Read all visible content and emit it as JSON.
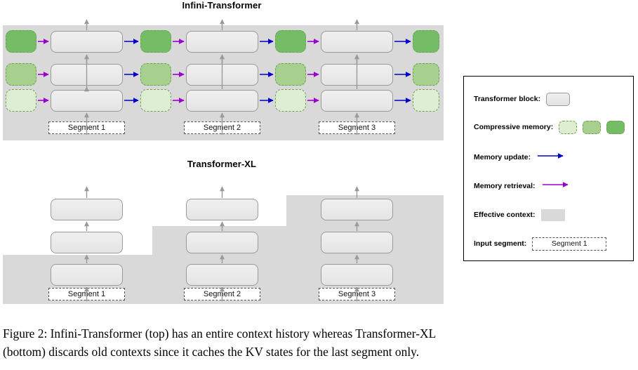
{
  "figure": {
    "caption_line1": "Figure 2:  Infini-Transformer (top) has an entire context history whereas Transformer-XL",
    "caption_line2": "(bottom) discards old contexts since it caches the KV states for the last segment only."
  },
  "diagrams": {
    "infini": {
      "title": "Infini-Transformer",
      "segments": [
        "Segment 1",
        "Segment 2",
        "Segment 3"
      ],
      "num_layers": 3,
      "layer_memory_shades": [
        "light-green",
        "medium-green",
        "dark-green"
      ]
    },
    "xl": {
      "title": "Transformer-XL",
      "segments": [
        "Segment 1",
        "Segment 2",
        "Segment 3"
      ],
      "num_layers": 3
    }
  },
  "legend": {
    "rows": [
      {
        "label": "Transformer block:",
        "kind": "block"
      },
      {
        "label": "Compressive memory:",
        "kind": "memory"
      },
      {
        "label": "Memory update:",
        "kind": "arrow-blue"
      },
      {
        "label": "Memory retrieval:",
        "kind": "arrow-purple"
      },
      {
        "label": "Effective context:",
        "kind": "context"
      },
      {
        "label": "Input segment:",
        "kind": "segment",
        "value": "Segment 1"
      }
    ]
  },
  "colors": {
    "context_gray": "#d9d9d9",
    "block_fill": "#ebebeb",
    "block_border": "#9a9a9a",
    "memory_light": "#ddeed3",
    "memory_medium": "#a7cf8d",
    "memory_dark": "#74bd64",
    "memory_border": "#6f9e55",
    "memory_update_arrow": "#0000cc",
    "memory_retrieval_arrow": "#9900cc",
    "flow_arrow": "#9a9a9a",
    "segment_border": "#555555",
    "legend_border": "#000000",
    "page_background": "#ffffff"
  }
}
